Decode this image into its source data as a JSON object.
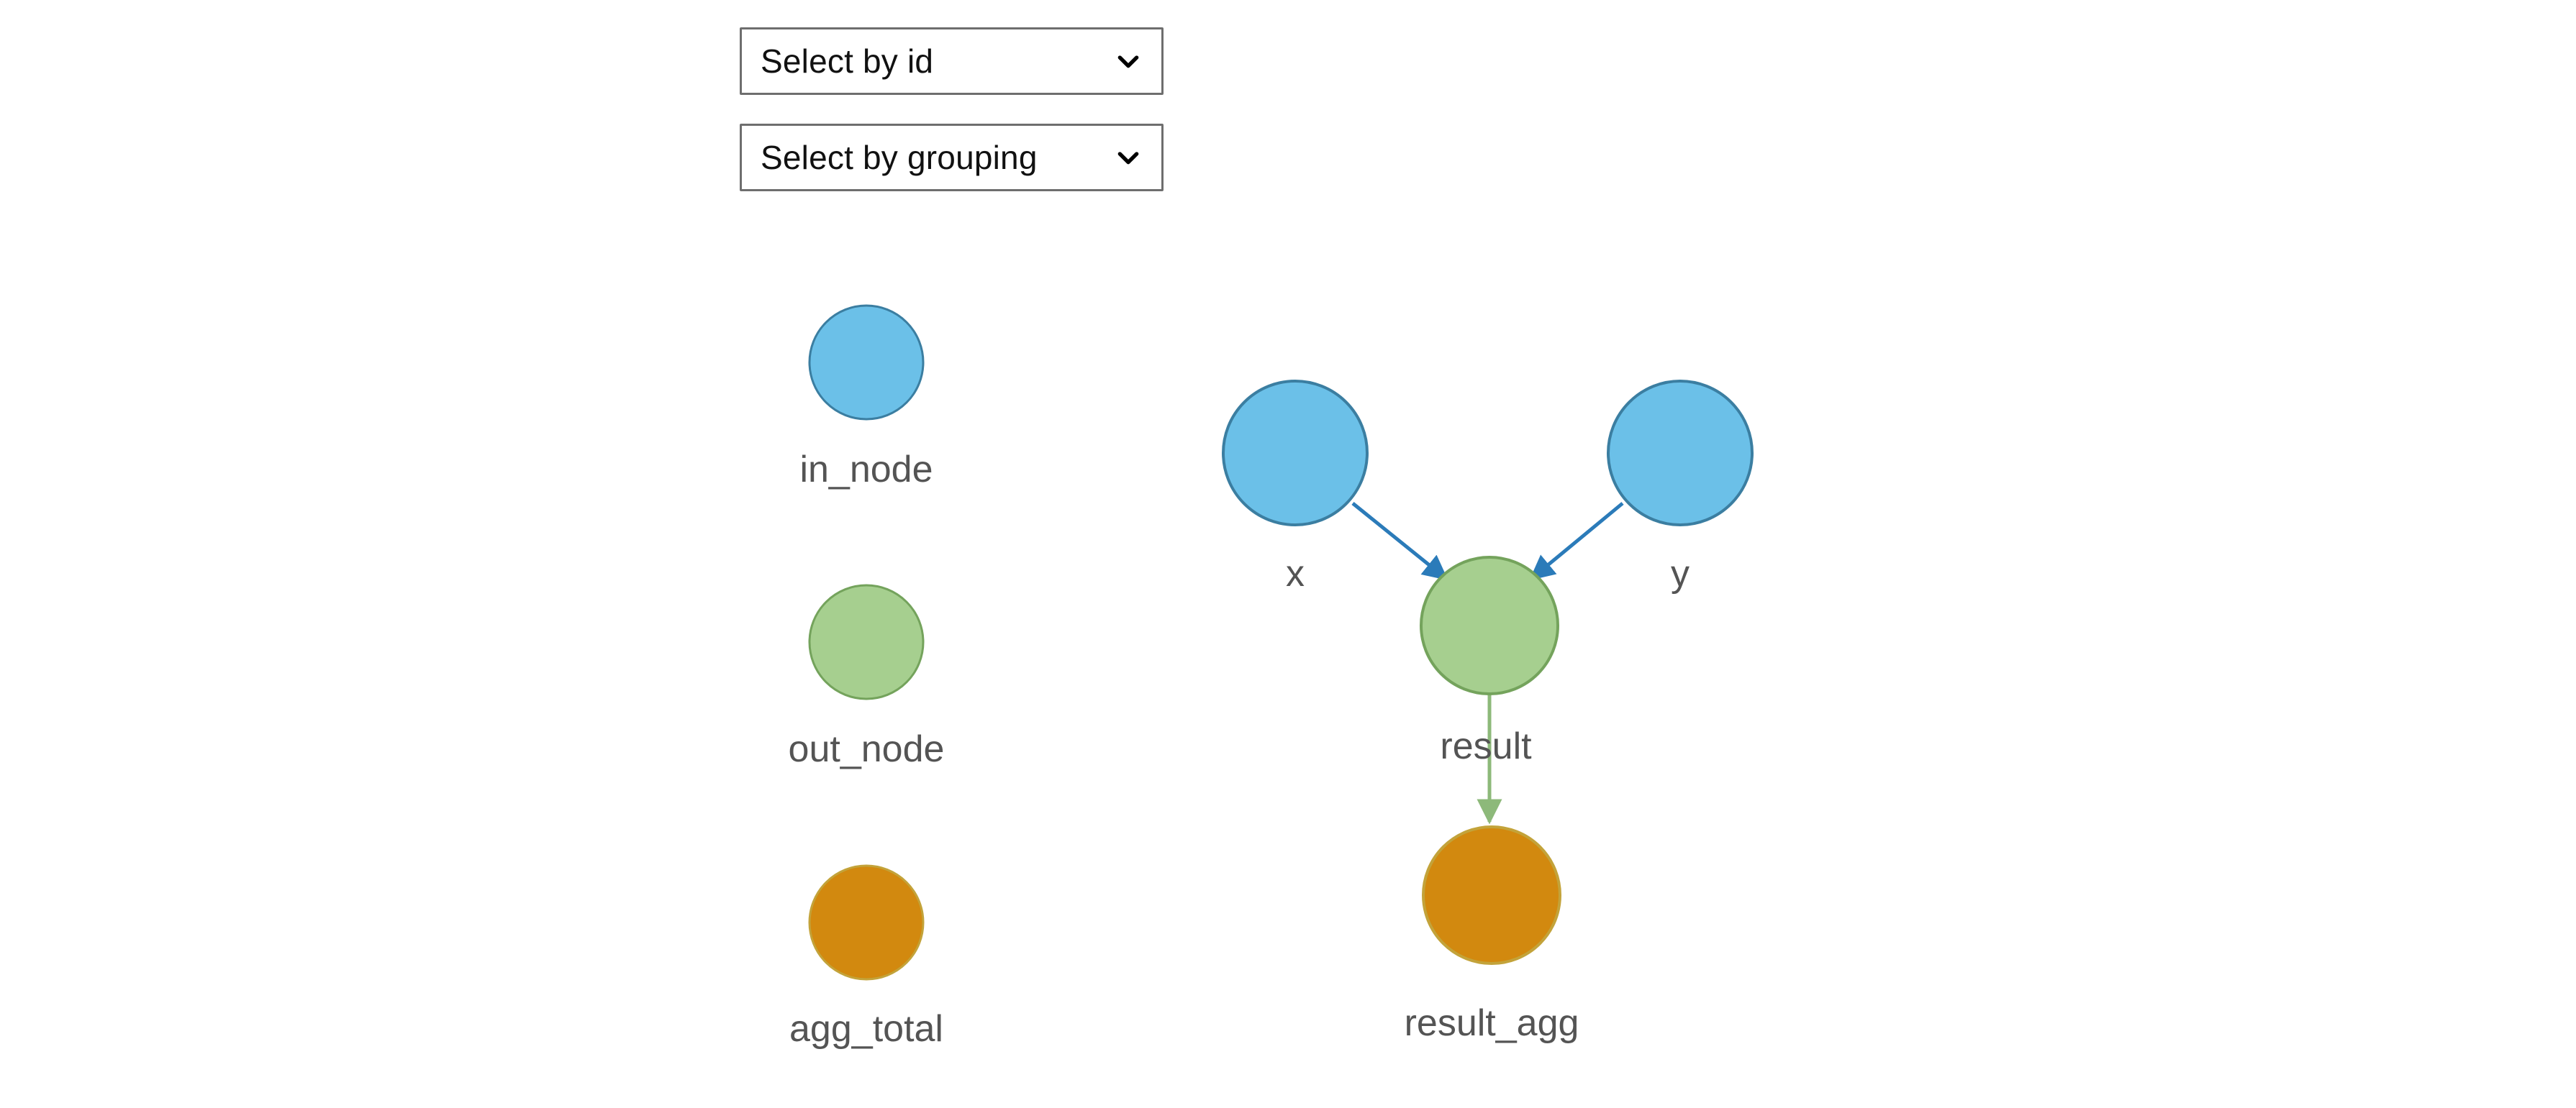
{
  "controls": {
    "selects": [
      {
        "name": "select-by-id",
        "value": "Select by id",
        "icon": "chevron-down-icon"
      },
      {
        "name": "select-by-grouping",
        "value": "Select by grouping",
        "icon": "chevron-down-icon"
      }
    ]
  },
  "legend": {
    "items": [
      {
        "label": "in_node",
        "fill": "#6bc0e8",
        "stroke": "#3b7ea1"
      },
      {
        "label": "out_node",
        "fill": "#a6cf8f",
        "stroke": "#74a35c"
      },
      {
        "label": "agg_total",
        "fill": "#d2890f",
        "stroke": "#c3a33a"
      }
    ]
  },
  "graph": {
    "nodes": [
      {
        "id": "x",
        "label": "x",
        "fill": "#6bc0e8",
        "stroke": "#3b7ea1"
      },
      {
        "id": "y",
        "label": "y",
        "fill": "#6bc0e8",
        "stroke": "#3b7ea1"
      },
      {
        "id": "result",
        "label": "",
        "fill": "#a6cf8f",
        "stroke": "#74a35c"
      },
      {
        "id": "result_agg",
        "label": "result_agg",
        "fill": "#d2890f",
        "stroke": "#c3a33a"
      }
    ],
    "edges": [
      {
        "from": "x",
        "to": "result",
        "label": "",
        "color": "#2b7bb9"
      },
      {
        "from": "y",
        "to": "result",
        "label": "",
        "color": "#2b7bb9"
      },
      {
        "from": "result",
        "to": "result_agg",
        "label": "result",
        "color": "#74a35c"
      }
    ]
  },
  "colors": {
    "in_node": "#6bc0e8",
    "out_node": "#a6cf8f",
    "agg_total": "#d2890f",
    "edge_blue": "#2b7bb9",
    "edge_green": "#74a35c",
    "text": "#545454",
    "background": "#ffffff"
  }
}
